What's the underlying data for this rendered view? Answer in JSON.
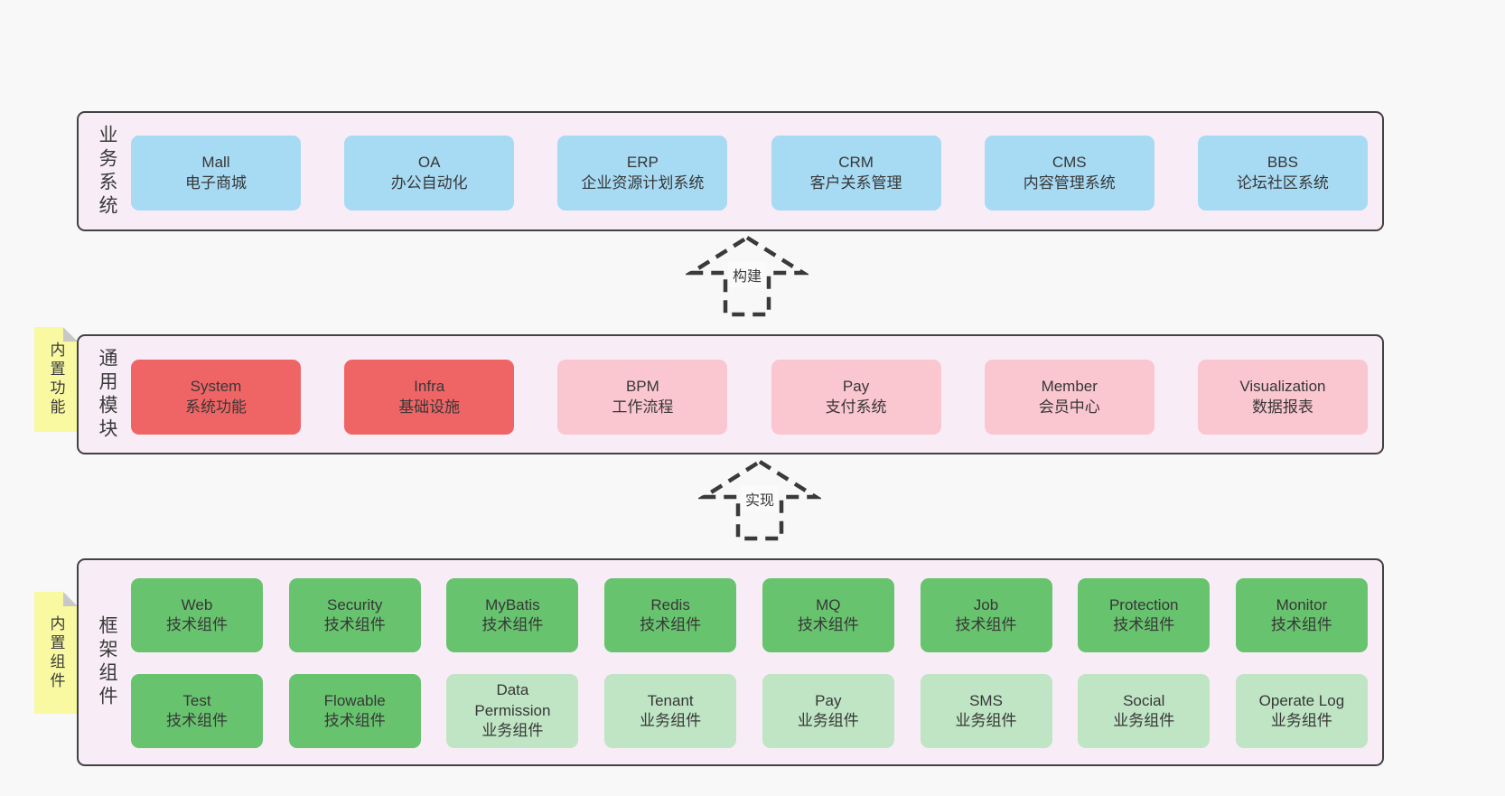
{
  "diagram": {
    "arrows": [
      {
        "label": "构建"
      },
      {
        "label": "实现"
      }
    ],
    "colors": {
      "page_background": "#f8f8f8",
      "panel_fill": "#f8edf7",
      "panel_border": "#424242",
      "business_box": "#a7daf3",
      "core_module_box": "#ef6565",
      "optional_module_box": "#fac6d0",
      "tech_component_box": "#68c36e",
      "biz_component_box": "#bfe5c4",
      "sticky_note": "#f9f9a2",
      "sticky_fold": "#c8c8c8",
      "arrow_stroke": "#3a3a3a"
    }
  },
  "layers": [
    {
      "label": "业务系统",
      "rows": [
        {
          "boxes": [
            {
              "name": "Mall",
              "desc": "电子商城"
            },
            {
              "name": "OA",
              "desc": "办公自动化"
            },
            {
              "name": "ERP",
              "desc": "企业资源计划系统"
            },
            {
              "name": "CRM",
              "desc": "客户关系管理"
            },
            {
              "name": "CMS",
              "desc": "内容管理系统"
            },
            {
              "name": "BBS",
              "desc": "论坛社区系统"
            }
          ]
        }
      ]
    },
    {
      "label": "通用模块",
      "sticky": "内置功能",
      "rows": [
        {
          "boxes": [
            {
              "name": "System",
              "desc": "系统功能"
            },
            {
              "name": "Infra",
              "desc": "基础设施"
            },
            {
              "name": "BPM",
              "desc": "工作流程"
            },
            {
              "name": "Pay",
              "desc": "支付系统"
            },
            {
              "name": "Member",
              "desc": "会员中心"
            },
            {
              "name": "Visualization",
              "desc": "数据报表"
            }
          ]
        }
      ]
    },
    {
      "label": "框架组件",
      "sticky": "内置组件",
      "rows": [
        {
          "boxes": [
            {
              "name": "Web",
              "desc": "技术组件"
            },
            {
              "name": "Security",
              "desc": "技术组件"
            },
            {
              "name": "MyBatis",
              "desc": "技术组件"
            },
            {
              "name": "Redis",
              "desc": "技术组件"
            },
            {
              "name": "MQ",
              "desc": "技术组件"
            },
            {
              "name": "Job",
              "desc": "技术组件"
            },
            {
              "name": "Protection",
              "desc": "技术组件"
            },
            {
              "name": "Monitor",
              "desc": "技术组件"
            }
          ]
        },
        {
          "boxes": [
            {
              "name": "Test",
              "desc": "技术组件"
            },
            {
              "name": "Flowable",
              "desc": "技术组件"
            },
            {
              "name": "Data Permission",
              "desc": "业务组件"
            },
            {
              "name": "Tenant",
              "desc": "业务组件"
            },
            {
              "name": "Pay",
              "desc": "业务组件"
            },
            {
              "name": "SMS",
              "desc": "业务组件"
            },
            {
              "name": "Social",
              "desc": "业务组件"
            },
            {
              "name": "Operate Log",
              "desc": "业务组件"
            }
          ]
        }
      ]
    }
  ]
}
